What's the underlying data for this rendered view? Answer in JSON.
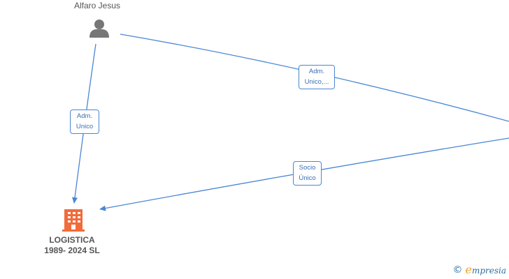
{
  "person": {
    "name": "Alfaro Jesus",
    "icon": "person-icon"
  },
  "company": {
    "name_line1": "LOGISTICA",
    "name_line2": "1989- 2024  SL",
    "icon": "building-icon",
    "color": "#f26b3a"
  },
  "edges": [
    {
      "line1": "Adm.",
      "line2": "Unico"
    },
    {
      "line1": "Adm.",
      "line2": "Unico,..."
    },
    {
      "line1": "Socio",
      "line2": "Único"
    }
  ],
  "colors": {
    "edge": "#4a86d4",
    "person": "#777777"
  },
  "watermark": {
    "copyright": "©",
    "brand_initial": "e",
    "brand_rest": "mpresia"
  }
}
